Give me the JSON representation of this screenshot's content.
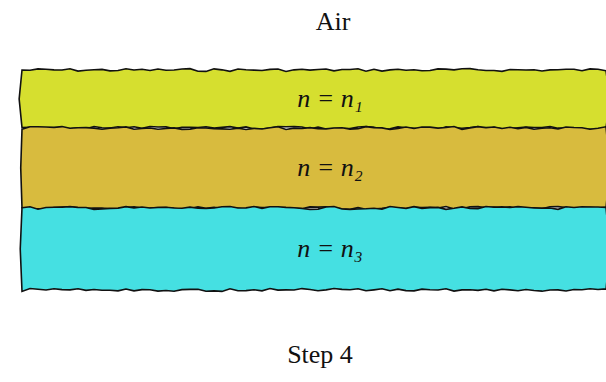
{
  "diagram": {
    "caption": "Step 4",
    "nodes": [
      {
        "text": [
          "n = n₁"
        ]
      },
      {
        "text": [
          "n = n₂"
        ]
      },
      {
        "text": [
          "n = n₃"
        ]
      }
    ],
    "labels": [
      "Air"
    ]
  }
}
